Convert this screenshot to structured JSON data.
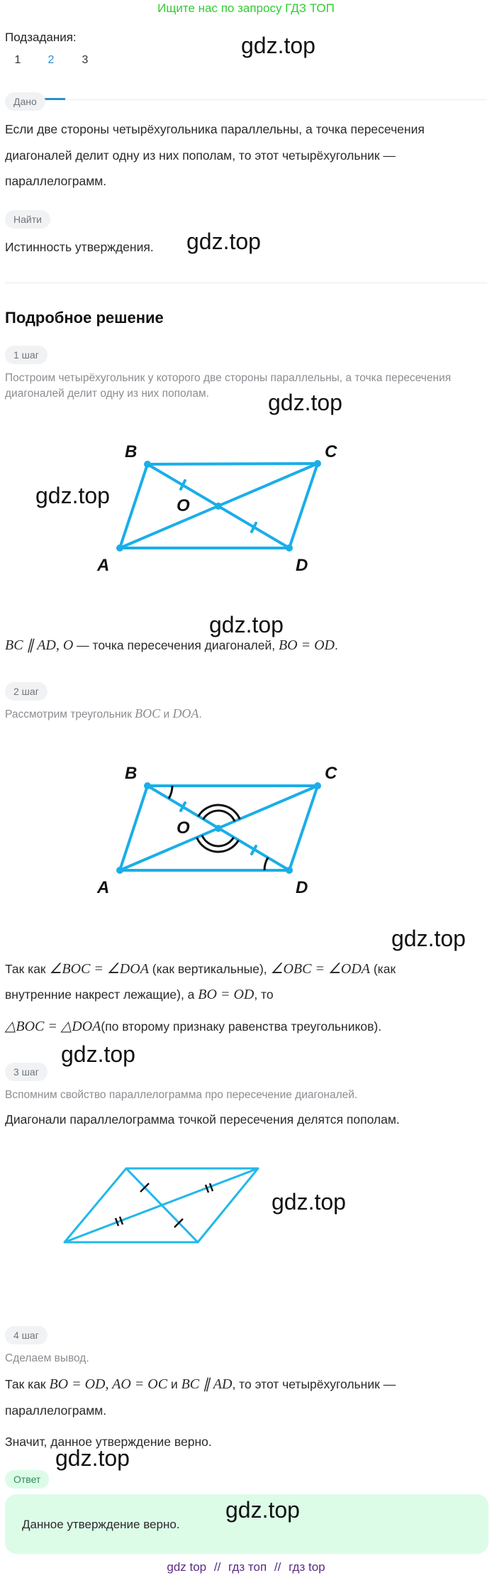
{
  "banner": "Ищите нас по запросу ГДЗ ТОП",
  "watermark": "gdz.top",
  "subtasks": {
    "label": "Подзадания:",
    "tabs": [
      "1",
      "2",
      "3"
    ],
    "active_tab": "2"
  },
  "given": {
    "badge": "Дано",
    "lines": [
      "Если две стороны четырёхугольника параллельны, а точка пересечения",
      "диагоналей делит одну из них пополам, то этот четырёхугольник —",
      "параллелограмм."
    ]
  },
  "find": {
    "badge": "Найти",
    "text": "Истинность утверждения."
  },
  "solution": {
    "title": "Подробное решение",
    "step1": {
      "badge": "1 шаг",
      "hint": [
        "Построим четырёхугольник у которого две стороны параллельны, а точка пересечения",
        "диагоналей делит одну из них пополам."
      ],
      "m1": "BC ∥ AD, O",
      "t1": " — точка пересечения диагоналей, ",
      "m2": "BO = OD",
      "t2": "."
    },
    "step2": {
      "badge": "2 шаг",
      "hint_t1": "Рассмотрим треугольник ",
      "hint_m1": "BOC",
      "hint_t2": " и ",
      "hint_m2": "DOA",
      "hint_t3": ".",
      "l1_t1": "Так как ",
      "l1_m1": "∠BOC = ∠DOA",
      "l1_t2": " (как вертикальные), ",
      "l1_m2": "∠OBC = ∠ODA",
      "l1_t3": " (как",
      "l2_t1": "внутренние накрест лежащие), а ",
      "l2_m1": "BO = OD",
      "l2_t2": ", то",
      "l3_m1": "△BOC = △DOA",
      "l3_t1": "(по второму признаку равенства треугольников)."
    },
    "step3": {
      "badge": "3 шаг",
      "hint": "Вспомним свойство параллелограмма про пересечение диагоналей.",
      "text": "Диагонали параллелограмма точкой пересечения делятся пополам."
    },
    "step4": {
      "badge": "4 шаг",
      "hint": "Сделаем вывод.",
      "l1_t1": "Так как ",
      "l1_m1": "BO = OD, AO = OC",
      "l1_t2": " и ",
      "l1_m2": "BC ∥ AD",
      "l1_t3": ", то этот четырёхугольник —",
      "l2": "параллелограмм.",
      "conclusion": "Значит, данное утверждение верно."
    }
  },
  "diagram_labels": {
    "A": "A",
    "B": "B",
    "C": "C",
    "D": "D",
    "O": "O"
  },
  "answer": {
    "badge": "Ответ",
    "text": "Данное утверждение верно."
  },
  "footer": {
    "links": [
      "gdz top",
      "гдз топ",
      "гдз top"
    ],
    "separator": "//"
  },
  "colors": {
    "banner": "#33cc33",
    "accent": "#2a8fd0",
    "figure": "#1aaee8",
    "answer_bg": "#dcfce8",
    "answer_badge_text": "#2e8b57",
    "footer_link": "#5b2a86"
  }
}
